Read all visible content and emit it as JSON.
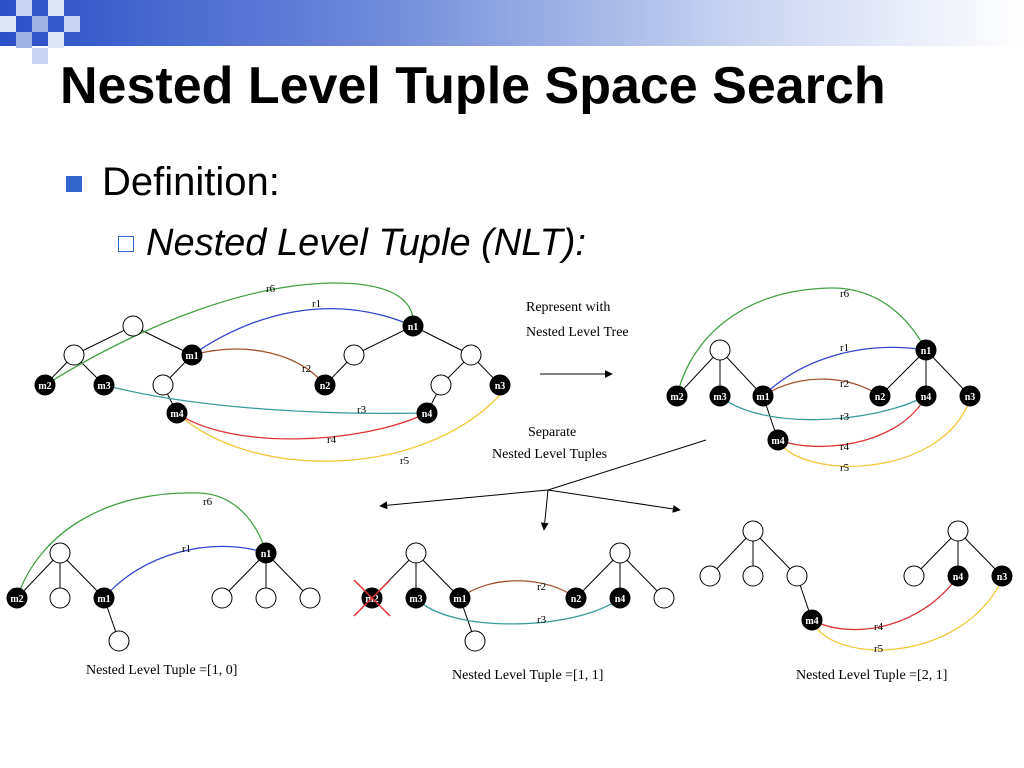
{
  "slide": {
    "title": "Nested Level Tuple Space Search",
    "bullet1": "Definition:",
    "bullet2": "Nested Level Tuple (NLT):"
  },
  "colors": {
    "r1": "#3344cc",
    "r2": "#a0522d",
    "r3": "#3a9a9a",
    "r4": "#dd3333",
    "r5": "#f0c83a",
    "r6": "#44a044",
    "accent": "#3366cc"
  },
  "captions": {
    "represent_line1": "Represent with",
    "represent_line2": "Nested Level Tree",
    "separate_line1": "Separate",
    "separate_line2": "Nested Level Tuples",
    "tuple1": "Nested Level Tuple =[1, 0]",
    "tuple2": "Nested Level Tuple =[1, 1]",
    "tuple3": "Nested Level Tuple =[2, 1]"
  },
  "rule_labels": {
    "r1": "r1",
    "r2": "r2",
    "r3": "r3",
    "r4": "r4",
    "r5": "r5",
    "r6": "r6"
  },
  "node_labels": {
    "m1": "m1",
    "m2": "m2",
    "m3": "m3",
    "m4": "m4",
    "n1": "n1",
    "n2": "n2",
    "n3": "n3",
    "n4": "n4"
  }
}
